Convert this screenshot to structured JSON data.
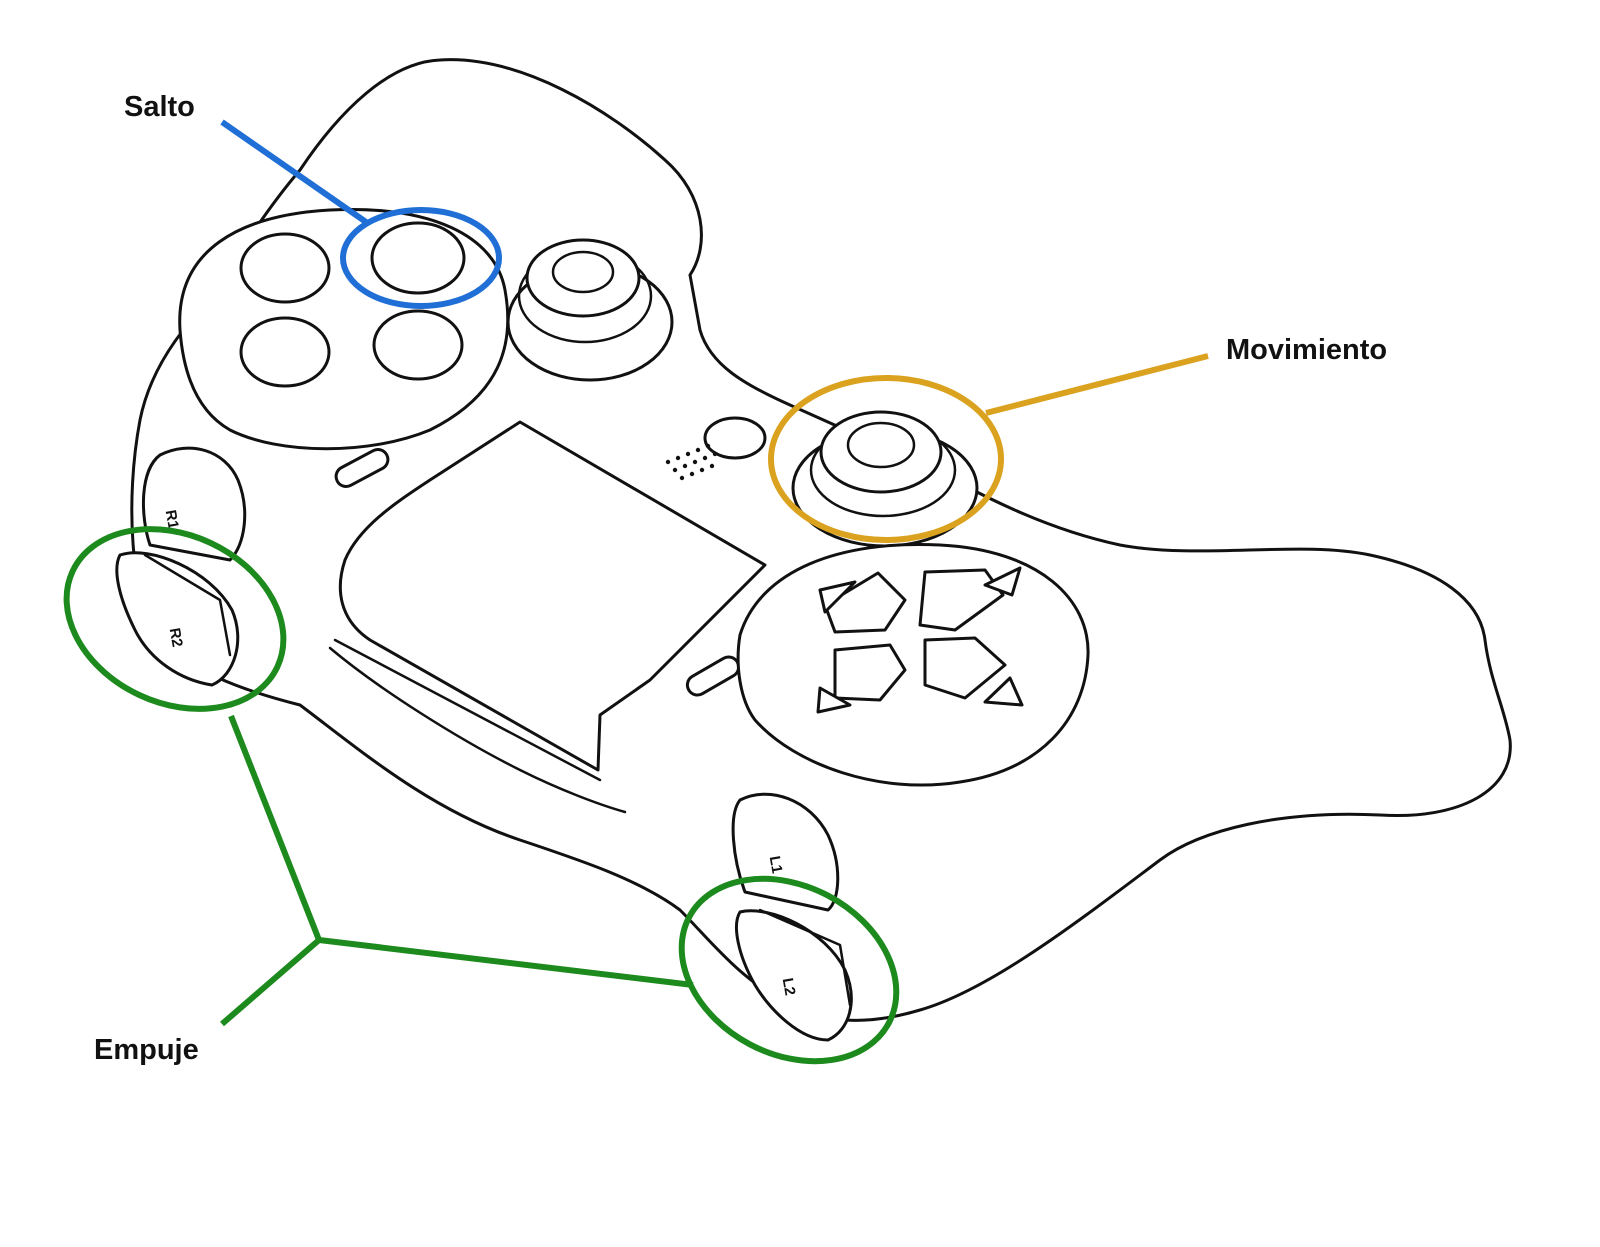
{
  "labels": {
    "jump": "Salto",
    "movement": "Movimiento",
    "push": "Empuje"
  },
  "button_markings": {
    "r1": "R1",
    "r2": "R2",
    "l1": "L1",
    "l2": "L2"
  },
  "colors": {
    "jump": "#1f6fd6",
    "movement": "#daa21e",
    "push": "#1d8a1d",
    "outline": "#111111"
  }
}
